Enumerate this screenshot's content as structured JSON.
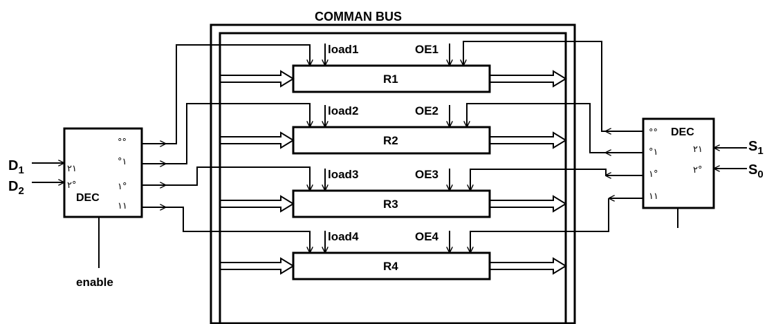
{
  "title": "COMMAN  BUS",
  "registers": [
    {
      "name": "R1",
      "load": "load1",
      "oe": "OE1"
    },
    {
      "name": "R2",
      "load": "load2",
      "oe": "OE2"
    },
    {
      "name": "R3",
      "load": "load3",
      "oe": "OE3"
    },
    {
      "name": "R4",
      "load": "load4",
      "oe": "OE4"
    }
  ],
  "left_decoder": {
    "label": "DEC",
    "inputs": [
      {
        "name": "D",
        "sub": "1",
        "pin": "٢١"
      },
      {
        "name": "D",
        "sub": "2",
        "pin": "٢°"
      }
    ],
    "outputs": [
      "°°",
      "°١",
      "١°",
      "١١"
    ],
    "enable_label": "enable"
  },
  "right_decoder": {
    "label": "DEC",
    "inputs": [
      {
        "name": "S",
        "sub": "1",
        "pin": "٢١"
      },
      {
        "name": "S",
        "sub": "0",
        "pin": "٢°"
      }
    ],
    "outputs": [
      "°°",
      "°١",
      "١°",
      "١١"
    ]
  }
}
